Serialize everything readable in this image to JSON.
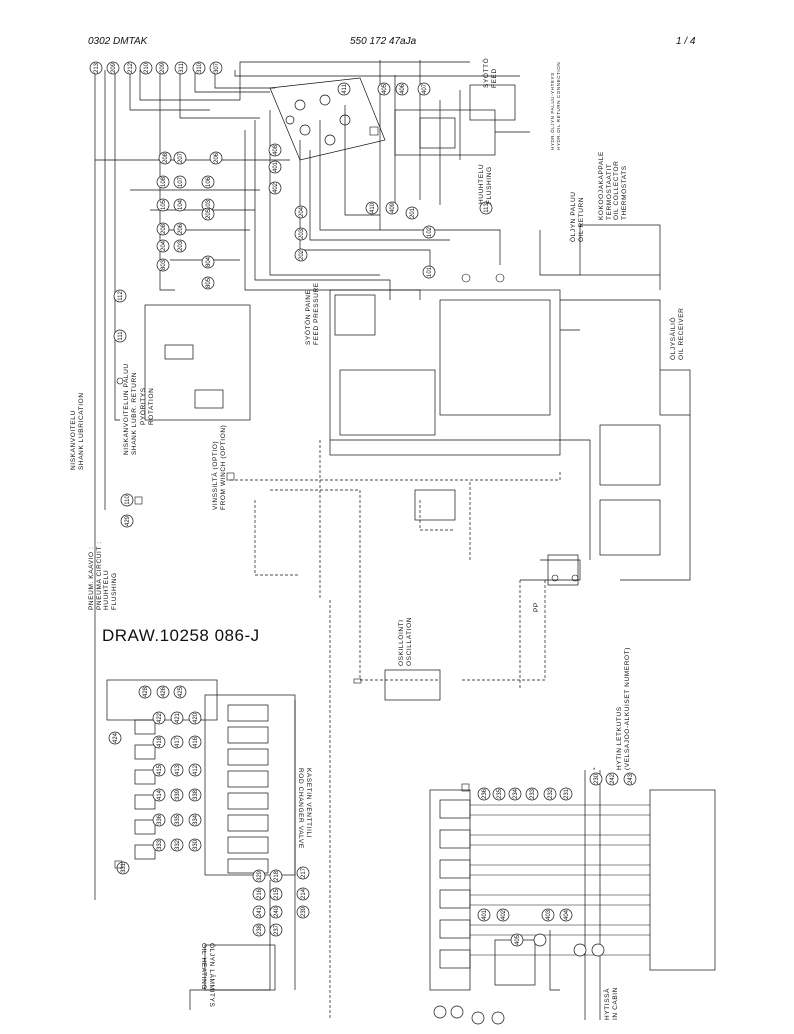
{
  "header": {
    "left": "0302  DMTAK",
    "center": "550 172 47aJa",
    "right": "1 /  4"
  },
  "drawing_number": "DRAW.10258 086-J",
  "labels": {
    "syotto_feed": [
      "SYÖTTÖ",
      "FEED"
    ],
    "huuhtelu_flushing": [
      "HUUHTELU",
      "FLUSHING"
    ],
    "hydr_oljyn_paluu": [
      "HYDR.ÖLJYN PALUU-YHTEYS",
      "HYDR.OIL RETURN CONNECTION"
    ],
    "oljyn_paluu": [
      "ÖLJYN PALUU",
      "OIL RETURN"
    ],
    "kokoojakappale": [
      "KOKOOJAKAPPALE",
      "TERMOSTAATIT",
      "OIL COLLECTOR",
      "THERMOSTATS"
    ],
    "oljysailio": [
      "ÖLJYSÄILIÖ",
      "OIL RECEIVER"
    ],
    "syoton_paine": [
      "SYÖTÖN PAINE",
      "FEED PRESSURE"
    ],
    "pyoritys": [
      "PYÖRITYS",
      "ROTATION"
    ],
    "niskanvoitelun_paluu": [
      "NISKANVOITELUN PALUU",
      "SHANK LUBR. RETURN"
    ],
    "niskanvoitelu": [
      "NISKANVOITELU",
      "SHANK LUBRICATION"
    ],
    "vinssilta": [
      "VINSSILTÄ (OPTIO)",
      "FROM WINCH (OPTION)"
    ],
    "pneum_kaavio": [
      "PNEUM. KAAVIO :",
      "PNEUMA CIRCUIT :",
      "HUUHTELU",
      "FLUSHING"
    ],
    "oskillointi": [
      "OSKILLOINTI",
      "OSCILLATION"
    ],
    "tangonvaihtaja": [
      "KASETIN VENTTIILI",
      "ROD CHANGER VALVE"
    ],
    "oljyn_lammitys": [
      "ÖLJYN LÄMMITYS",
      "OIL HEATING"
    ],
    "hytin_letkutus": [
      "HYTIN LETKUTUS",
      "(VELSAJOO-ALKUISET NUMEROT)"
    ],
    "hytissa": [
      "HYTISSÄ",
      "IN CABIN"
    ],
    "pp": "PP"
  },
  "bubbles": {
    "top_row": [
      "213",
      "209",
      "212",
      "210",
      "209",
      "311",
      "310",
      "307"
    ],
    "left_col": [
      "208",
      "207",
      "206",
      "108",
      "107",
      "106",
      "105",
      "104",
      "103",
      "208",
      "206",
      "205",
      "204",
      "203"
    ],
    "center": [
      "411",
      "405",
      "406",
      "407",
      "408",
      "401",
      "402",
      "410",
      "409",
      "201",
      "202",
      "203",
      "204",
      "102",
      "101"
    ],
    "top_right": [
      "803",
      "804",
      "805"
    ],
    "side": [
      "113",
      "112",
      "111",
      "110"
    ],
    "bottom_left": [
      "429",
      "428",
      "426",
      "425",
      "424",
      "422",
      "421",
      "420",
      "418",
      "417",
      "416",
      "415",
      "413",
      "412",
      "414",
      "339",
      "338",
      "336",
      "335",
      "334",
      "333",
      "332",
      "330",
      "331",
      "329",
      "218",
      "217",
      "216",
      "215",
      "214"
    ],
    "bottom_right": [
      "241",
      "240",
      "239",
      "238",
      "237",
      "236",
      "235",
      "234",
      "233",
      "232",
      "231",
      "230",
      "242",
      "243",
      "401",
      "402",
      "403",
      "404",
      "405"
    ]
  }
}
